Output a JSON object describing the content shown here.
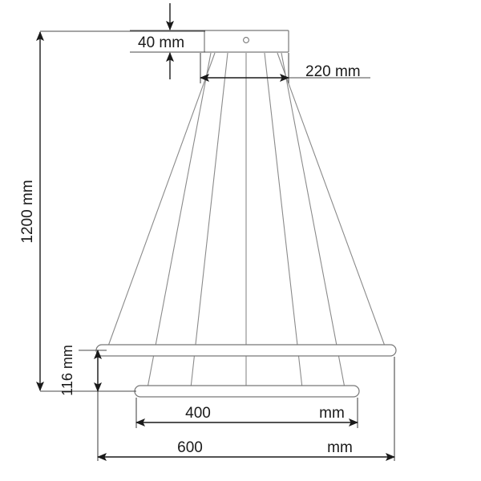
{
  "drawing": {
    "title": "Pendant Lamp Dimension Drawing",
    "units": "mm",
    "line_color": "#1a1a1a",
    "fixture_color": "#777777",
    "cable_color": "#8a8a8a",
    "background": "#ffffff"
  },
  "dimensions": {
    "canopy_height": {
      "value": "40",
      "unit": "mm",
      "label": "40 mm",
      "orientation": "vertical"
    },
    "canopy_width": {
      "value": "220",
      "unit": "mm",
      "label": "220 mm",
      "orientation": "horizontal"
    },
    "total_drop": {
      "value": "1200",
      "unit": "mm",
      "label": "1200 mm",
      "orientation": "vertical-rotated"
    },
    "ring_gap": {
      "value": "116",
      "unit": "mm",
      "label": "116 mm",
      "orientation": "vertical-rotated"
    },
    "inner_ring_diameter": {
      "value": "400",
      "unit": "mm",
      "label": "400",
      "unit_label": "mm"
    },
    "outer_ring_diameter": {
      "value": "600",
      "unit": "mm",
      "label": "600",
      "unit_label": "mm"
    }
  },
  "parts": {
    "canopy": "ceiling-canopy-plate",
    "canopy_hole": "canopy-center-hole",
    "upper_ring": "outer-led-ring",
    "lower_ring": "inner-led-ring",
    "cables": "suspension-cables"
  }
}
